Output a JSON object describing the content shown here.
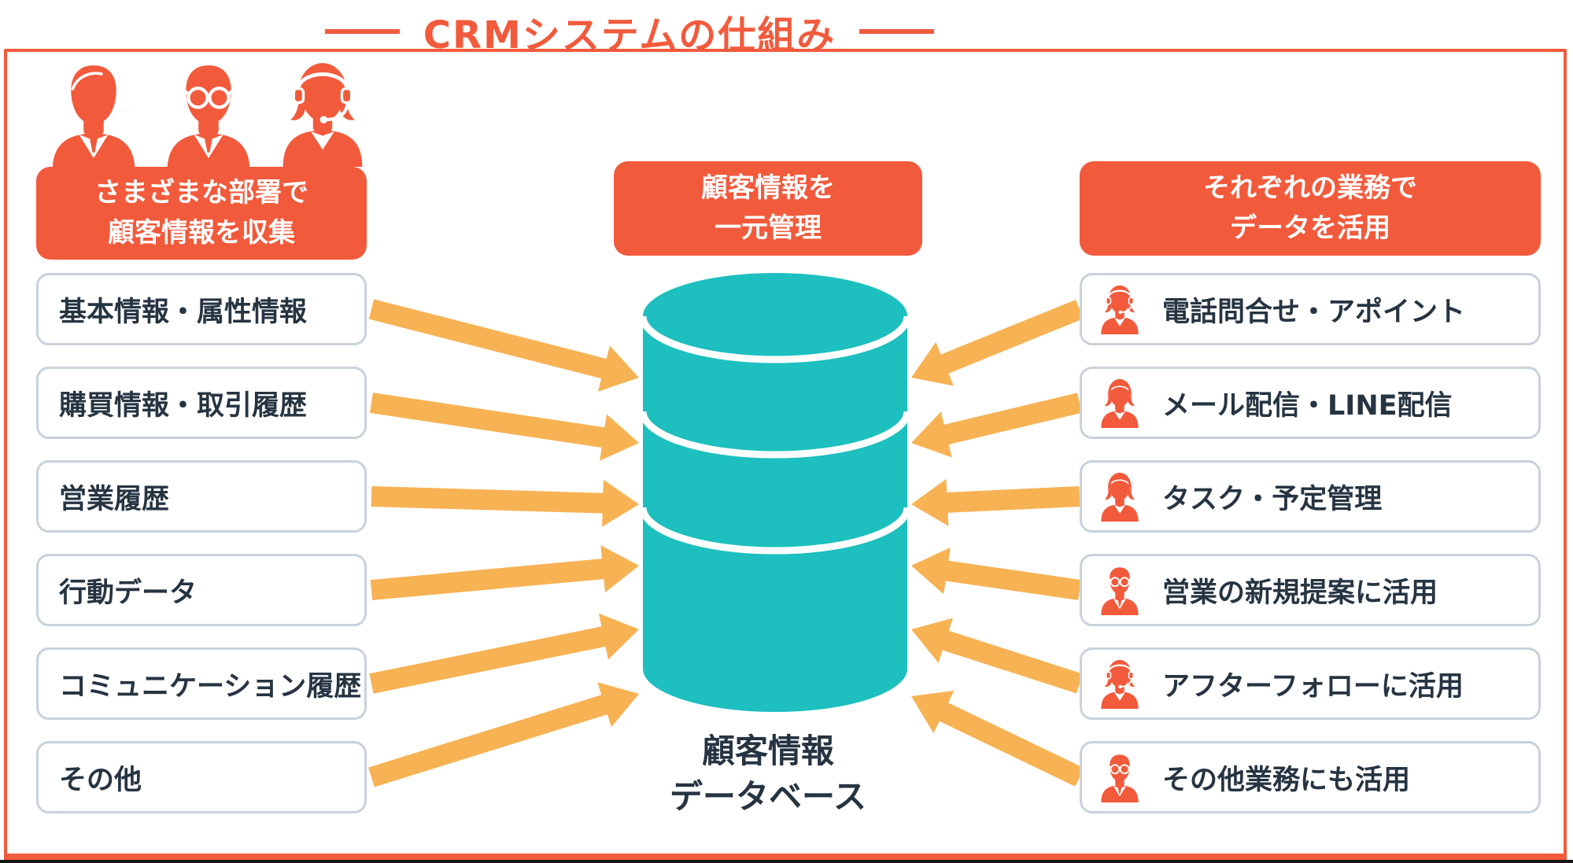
{
  "title": "CRMシステムの仕組み",
  "colors": {
    "accent_orange": "#F25A3C",
    "arrow_amber": "#F7B254",
    "database_teal": "#1DBFBF",
    "text_navy": "#263442",
    "box_border": "#C8D2DC"
  },
  "left": {
    "header_line1": "さまざまな部署で",
    "header_line2": "顧客情報を収集",
    "people_icons": [
      "businessman-icon",
      "businessman-glasses-icon",
      "operator-headset-icon"
    ],
    "items": [
      "基本情報・属性情報",
      "購買情報・取引履歴",
      "営業履歴",
      "行動データ",
      "コミュニケーション履歴",
      "その他"
    ]
  },
  "center": {
    "header_line1": "顧客情報を",
    "header_line2": "一元管理",
    "db_label_line1": "顧客情報",
    "db_label_line2": "データベース"
  },
  "right": {
    "header_line1": "それぞれの業務で",
    "header_line2": "データを活用",
    "items": [
      {
        "icon": "operator-headset-icon",
        "label": "電話問合せ・アポイント"
      },
      {
        "icon": "businesswoman-icon",
        "label": "メール配信・LINE配信"
      },
      {
        "icon": "businesswoman-icon",
        "label": "タスク・予定管理"
      },
      {
        "icon": "businessman-glasses-icon",
        "label": "営業の新規提案に活用"
      },
      {
        "icon": "operator-headset-icon",
        "label": "アフターフォローに活用"
      },
      {
        "icon": "businessman-glasses-icon",
        "label": "その他業務にも活用"
      }
    ]
  }
}
